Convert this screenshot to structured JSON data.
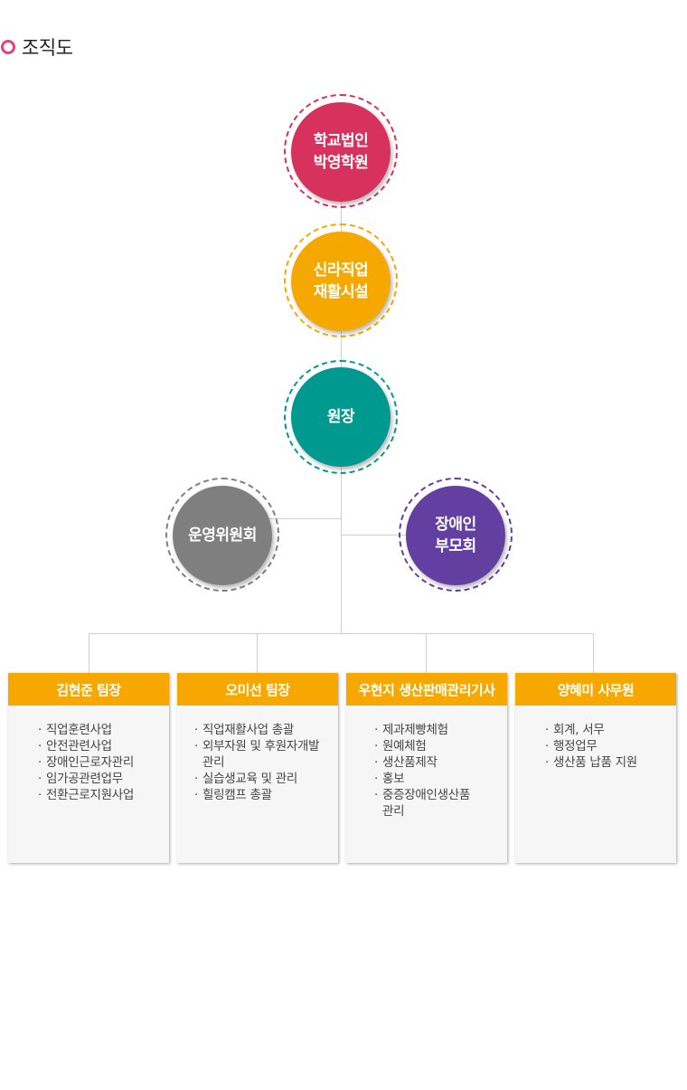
{
  "page": {
    "title": "조직도"
  },
  "org": {
    "root": {
      "label": "학교법인\n박영학원",
      "color": "#d6325d",
      "ring": "#d6325d"
    },
    "facility": {
      "label": "신라직업\n재활시설",
      "color": "#f5a800",
      "ring": "#f5a800"
    },
    "director": {
      "label": "원장",
      "color": "#00998f",
      "ring": "#00998f"
    },
    "committee": {
      "label": "운영위원회",
      "color": "#7f7f7f",
      "ring": "#7f7f7f"
    },
    "parents": {
      "label": "장애인\n부모회",
      "color": "#623fa0",
      "ring": "#623fa0"
    }
  },
  "teams": [
    {
      "head": "김현준 팀장",
      "duties": [
        "직업훈련사업",
        "안전관련사업",
        "장애인근로자관리",
        "임가공관련업무",
        "전환근로지원사업"
      ]
    },
    {
      "head": "오미선 팀장",
      "duties": [
        "직업재활사업 총괄",
        "외부자원 및 후원자개발관리",
        "실습생교육 및 관리",
        "힐링캠프 총괄"
      ]
    },
    {
      "head": "우현지 생산판매관리기사",
      "duties": [
        "제과제빵체험",
        "원예체험",
        "생산품제작",
        "홍보",
        "중증장애인생산품관리"
      ]
    },
    {
      "head": "양혜미 사무원",
      "duties": [
        "회계, 서무",
        "행정업무",
        "생산품 납품 지원"
      ]
    }
  ]
}
